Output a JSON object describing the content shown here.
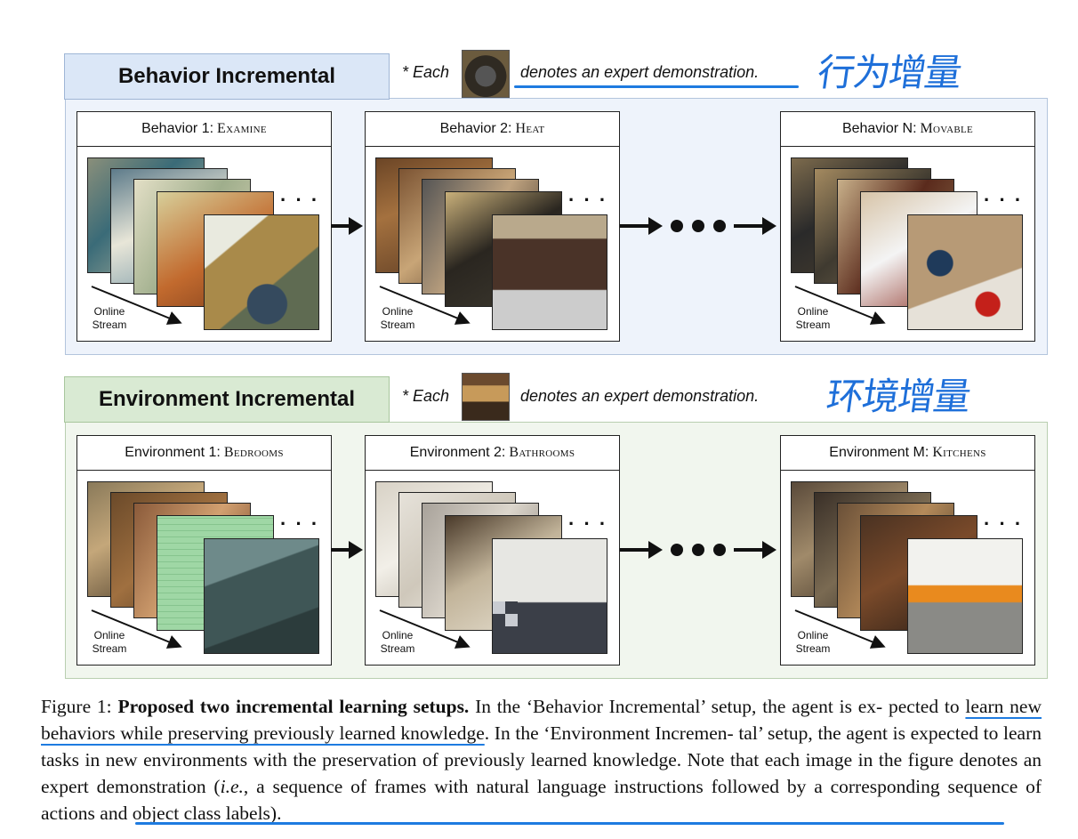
{
  "behavior_section": {
    "title": "Behavior Incremental",
    "note_prefix": "* Each",
    "note_suffix": "denotes an expert demonstration.",
    "handwritten": "行为增量",
    "panels": [
      {
        "label": "Behavior 1:",
        "task": "Examine"
      },
      {
        "label": "Behavior 2:",
        "task": "Heat"
      },
      {
        "label": "Behavior N:",
        "task": "Movable"
      }
    ]
  },
  "environment_section": {
    "title": "Environment Incremental",
    "note_prefix": "* Each",
    "note_suffix": "denotes an expert demonstration.",
    "handwritten": "环境增量",
    "panels": [
      {
        "label": "Environment 1:",
        "task": "Bedrooms"
      },
      {
        "label": "Environment 2:",
        "task": "Bathrooms"
      },
      {
        "label": "Environment M:",
        "task": "Kitchens"
      }
    ]
  },
  "stream_label": [
    "Online",
    "Stream"
  ],
  "caption": {
    "prefix": "Figure 1: ",
    "bold": "Proposed two incremental learning setups.",
    "line1_rest": " In the ‘Behavior Incremental’ setup, the agent is ex-",
    "line2_a": "pected to ",
    "line2_underlined": "learn new behaviors while preserving previously learned knowledge",
    "line2_b": ". In the ‘Environment Incremen-",
    "line3": "tal’ setup, the agent is expected to learn tasks in new environments with the preservation of previously learned",
    "line4_a": "knowledge. Note that each image in the figure denotes an expert demonstration (",
    "line4_ie": "i.e.",
    "line4_b": ", a sequence of frames with",
    "line5": "natural language instructions followed by a corresponding sequence of actions and object class labels)."
  },
  "colors": {
    "behavior_bg": "#eef3fb",
    "behavior_tab": "#dbe7f7",
    "environment_bg": "#f1f6ee",
    "environment_tab": "#d9ead3",
    "annotation_blue": "#1e7be0"
  }
}
